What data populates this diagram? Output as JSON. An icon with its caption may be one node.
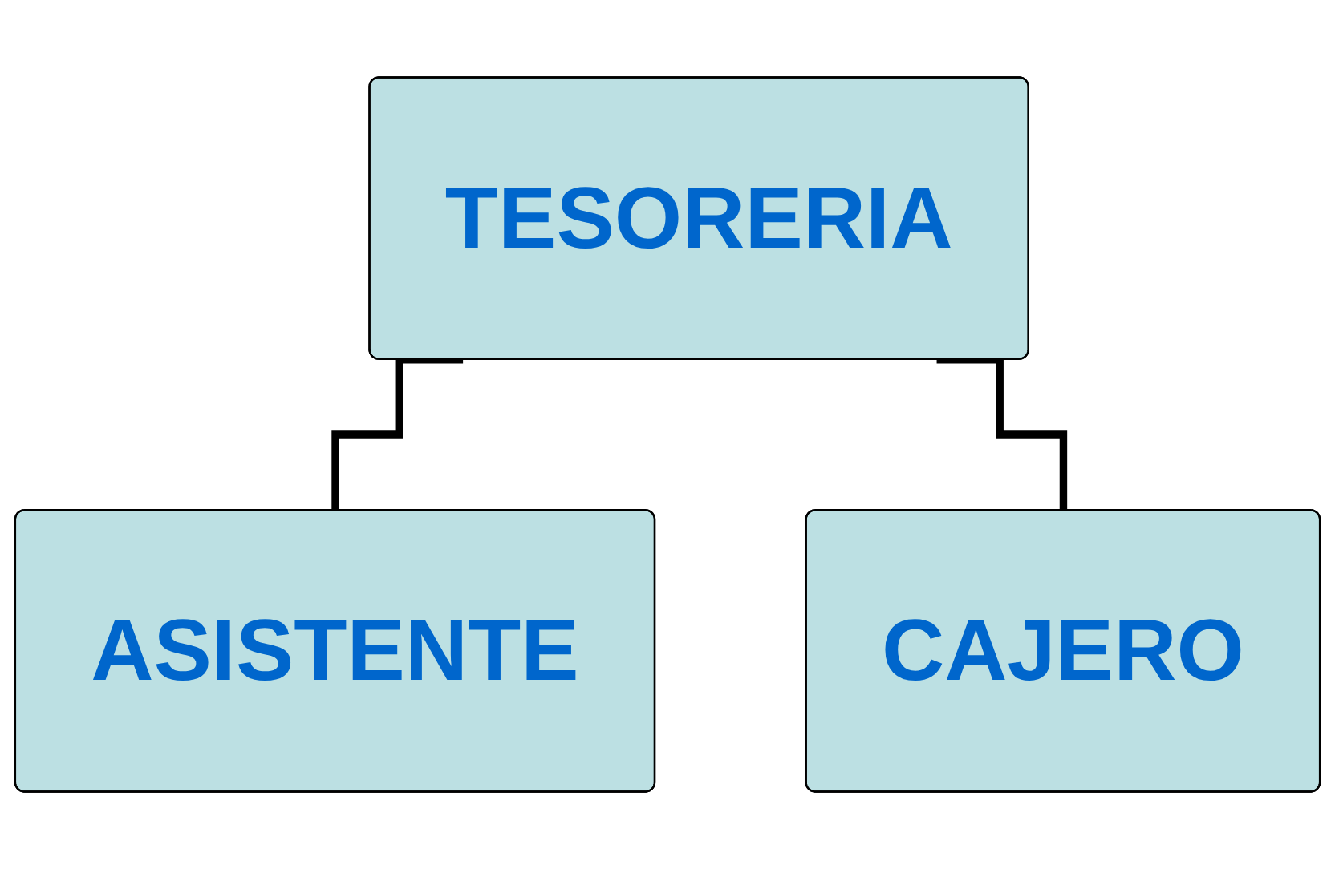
{
  "diagram": {
    "nodes": [
      {
        "text": [
          "TESORERIA"
        ]
      },
      {
        "text": [
          "ASISTENTE"
        ]
      },
      {
        "text": [
          "CAJERO"
        ]
      }
    ],
    "edges": [
      {
        "from": 0,
        "to": 1,
        "arrow": "none"
      },
      {
        "from": 0,
        "to": 2,
        "arrow": "none"
      }
    ]
  }
}
